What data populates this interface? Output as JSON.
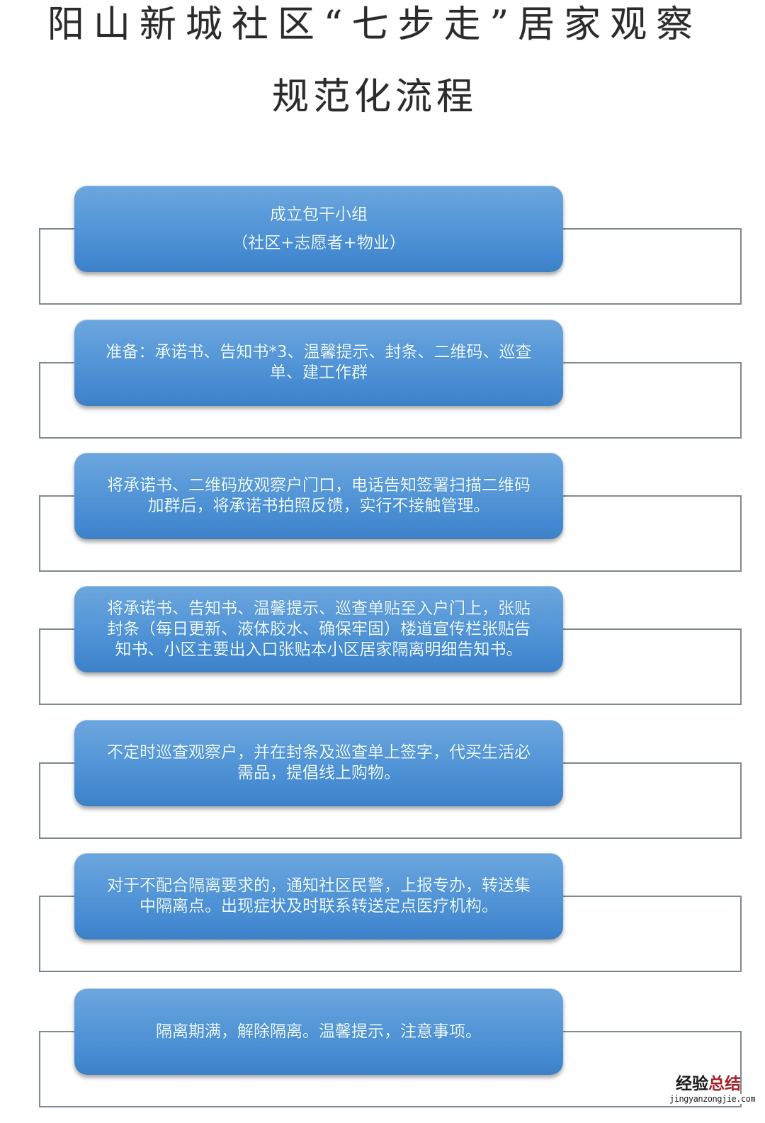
{
  "title": {
    "line1": "阳山新城社区“七步走”居家观察",
    "line2": "规范化流程"
  },
  "colors": {
    "box_top": "#6da6de",
    "box_bottom": "#3d80c6",
    "box_text": "#eafcff",
    "frame_line": "#7e898f",
    "watermark_red": "#a4232a"
  },
  "steps": [
    {
      "lines": [
        "成立包干小组",
        "（社区+志愿者+物业）"
      ]
    },
    {
      "lines": [
        "准备：承诺书、告知书*3、温馨提示、封条、二维码、巡查",
        "单、建工作群"
      ]
    },
    {
      "lines": [
        "将承诺书、二维码放观察户门口，电话告知签署扫描二维码",
        "加群后，将承诺书拍照反馈，实行不接触管理。"
      ]
    },
    {
      "lines": [
        "将承诺书、告知书、温馨提示、巡查单贴至入户门上，张贴",
        "封条（每日更新、液体胶水、确保牢固）楼道宣传栏张贴告",
        "知书、小区主要出入口张贴本小区居家隔离明细告知书。"
      ]
    },
    {
      "lines": [
        "不定时巡查观察户，并在封条及巡查单上签字，代买生活必",
        "需品，提倡线上购物。"
      ]
    },
    {
      "lines": [
        "对于不配合隔离要求的，通知社区民警，上报专办，转送集",
        "中隔离点。出现症状及时联系转送定点医疗机构。"
      ]
    },
    {
      "lines": [
        "隔离期满，解除隔离。温馨提示，注意事项。"
      ]
    }
  ],
  "watermark": {
    "cn_part1": "经验",
    "cn_part2": "总结",
    "url": "jingyanzongjie.com"
  }
}
